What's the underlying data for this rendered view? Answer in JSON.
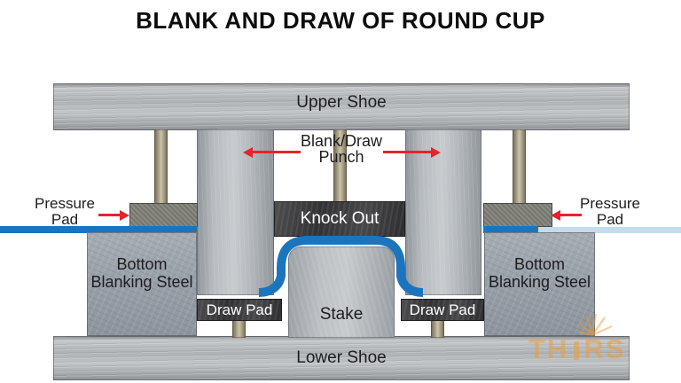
{
  "title": "BLANK AND DRAW OF ROUND CUP",
  "labels": {
    "upper_shoe": "Upper Shoe",
    "lower_shoe": "Lower Shoe",
    "punch": {
      "line1": "Blank/Draw",
      "line2": "Punch"
    },
    "knock_out": "Knock Out",
    "pressure_pad": {
      "line1": "Pressure",
      "line2": "Pad"
    },
    "bottom_blanking": {
      "line1": "Bottom",
      "line2": "Blanking Steel"
    },
    "stake": "Stake",
    "draw_pad": "Draw Pad"
  },
  "watermark": {
    "prefix": "TH",
    "suffix": "RS",
    "icon": "sunburst-icon"
  },
  "colors": {
    "sheet_blue": "#1c75bc",
    "sheet_blue_light": "#c3dcee",
    "arrow_red": "#e8222b",
    "watermark_orange": "#f2992b",
    "dark_block": "#343436",
    "metal_gray": "#b2b6ba",
    "granite_gray": "#7a7a73"
  }
}
